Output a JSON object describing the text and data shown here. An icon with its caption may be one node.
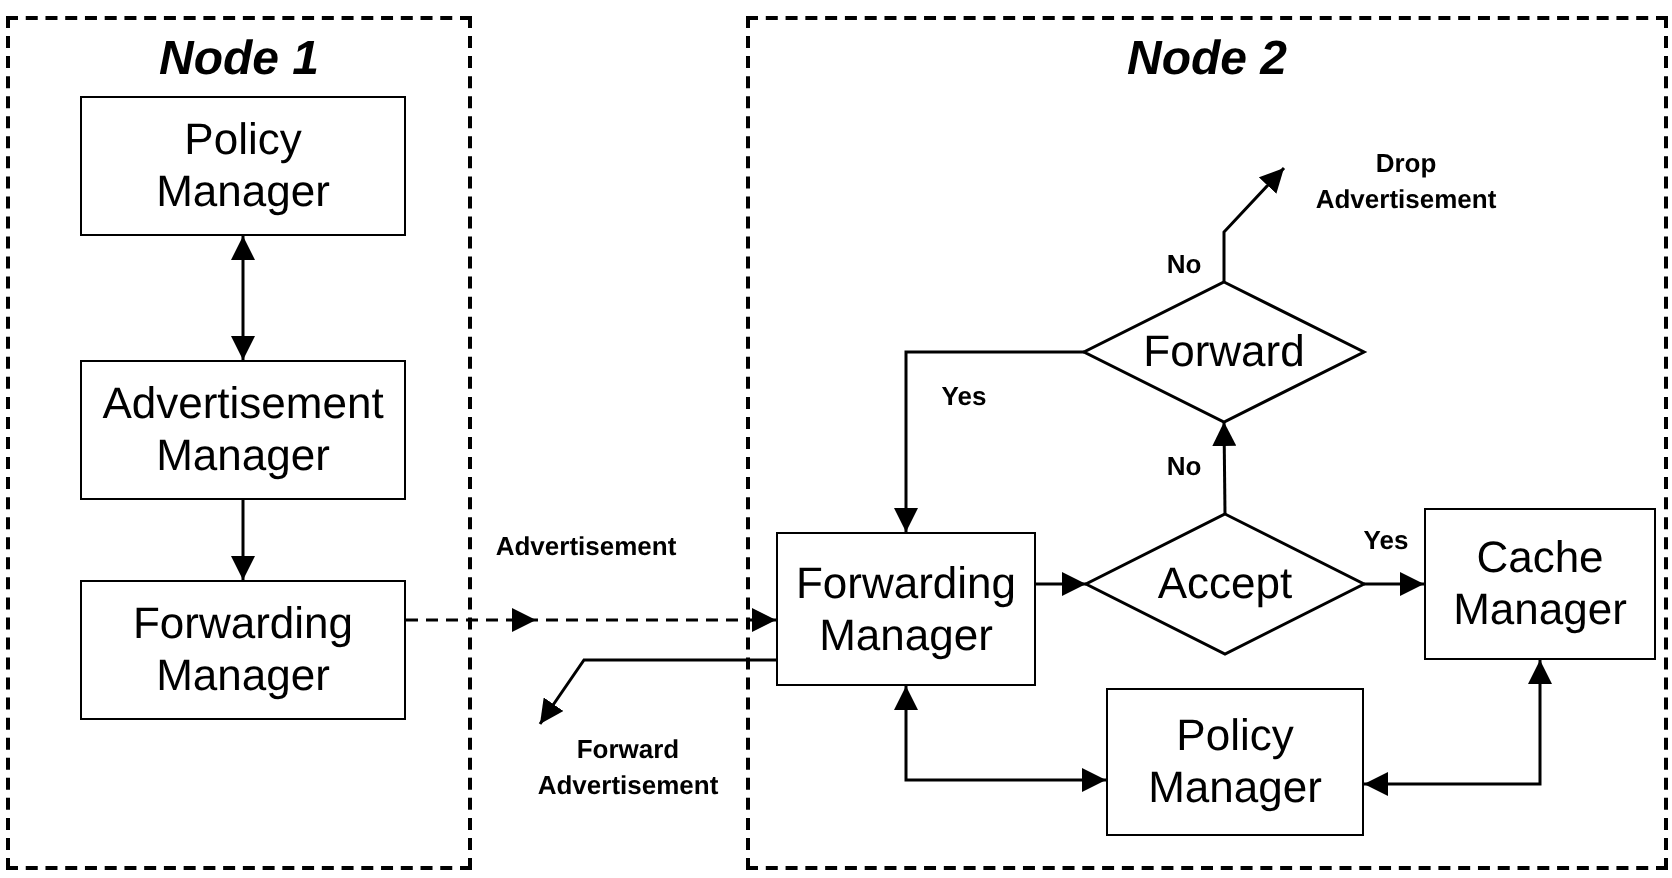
{
  "diagram": {
    "nodes": [
      {
        "text": [
          "Node 1"
        ]
      },
      {
        "text": [
          "Policy Manager"
        ],
        "in": 0
      },
      {
        "text": [
          "Advertisement Manager"
        ],
        "in": 0
      },
      {
        "text": [
          "Forwarding Manager"
        ],
        "in": 0
      },
      {
        "text": [
          "Node 2"
        ]
      },
      {
        "text": [
          "Drop Advertisement"
        ],
        "in": 4
      },
      {
        "text": [
          "Forward"
        ],
        "in": 4
      },
      {
        "text": [
          "Forwarding Manager"
        ],
        "in": 4
      },
      {
        "text": [
          "Accept"
        ],
        "in": 4
      },
      {
        "text": [
          "Cache Manager"
        ],
        "in": 4
      },
      {
        "text": [
          "Policy Manager"
        ],
        "in": 4
      },
      {
        "text": [
          "Forward Advertisement"
        ]
      }
    ],
    "edges": [
      {
        "from": 1,
        "to": 2,
        "arrow": "both"
      },
      {
        "from": 2,
        "to": 3,
        "arrow": "to"
      },
      {
        "from": 3,
        "to": 7,
        "arrow": "to",
        "label": "Advertisement",
        "style": "dashed"
      },
      {
        "from": 7,
        "to": 11,
        "arrow": "to"
      },
      {
        "from": 7,
        "to": 8,
        "arrow": "to"
      },
      {
        "from": 8,
        "to": 6,
        "arrow": "to",
        "label": "No"
      },
      {
        "from": 6,
        "to": 7,
        "arrow": "to",
        "label": "Yes"
      },
      {
        "from": 6,
        "to": 5,
        "arrow": "to",
        "label": "No"
      },
      {
        "from": 8,
        "to": 9,
        "arrow": "to",
        "label": "Yes"
      },
      {
        "from": 7,
        "to": 10,
        "arrow": "both"
      },
      {
        "from": 9,
        "to": 10,
        "arrow": "both"
      }
    ]
  }
}
